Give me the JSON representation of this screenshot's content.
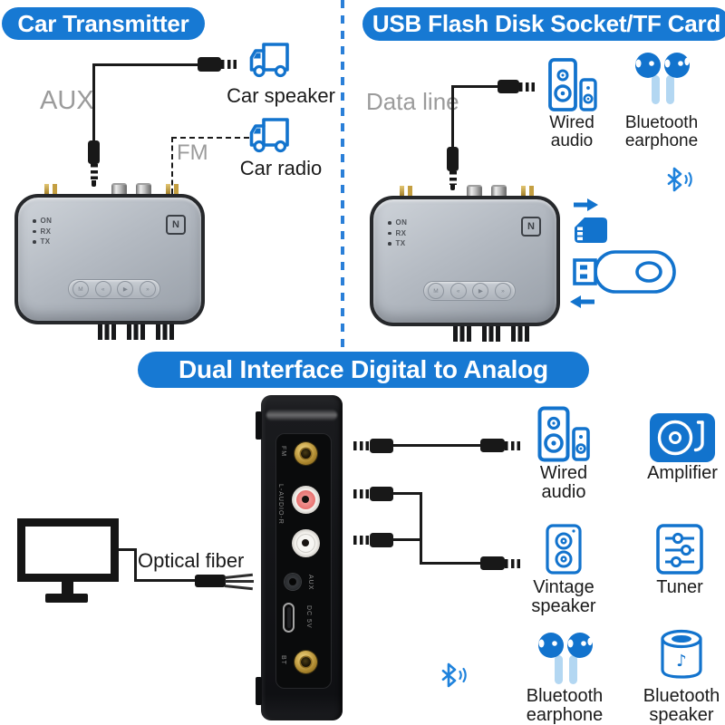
{
  "colors": {
    "badge_blue": "#1779d3",
    "icon_blue": "#1273cd",
    "icon_light_blue": "#b3d7f2",
    "bluetooth_blue": "#1e82dc",
    "gray_label": "#9b9b9b"
  },
  "sections": {
    "car_transmitter": {
      "title": "Car Transmitter",
      "aux_label": "AUX",
      "fm_label": "FM",
      "car_speaker_label": "Car speaker",
      "car_radio_label": "Car radio"
    },
    "usb_tf": {
      "title": "USB Flash Disk Socket/TF Card",
      "data_line_label": "Data line",
      "wired_audio_label": "Wired audio",
      "bluetooth_earphone_label": "Bluetooth earphone"
    },
    "dual_interface": {
      "title": "Dual Interface Digital to Analog",
      "optical_fiber_label": "Optical fiber",
      "wired_audio_label": "Wired audio",
      "amplifier_label": "Amplifier",
      "vintage_speaker_label": "Vintage speaker",
      "tuner_label": "Tuner",
      "bluetooth_earphone_label": "Bluetooth earphone",
      "bluetooth_speaker_label": "Bluetooth speaker"
    }
  },
  "device": {
    "led_on": "ON",
    "led_rx": "RX",
    "led_tx": "TX",
    "nfc_logo": "N",
    "buttons": [
      "M",
      "«",
      "▶",
      "»"
    ]
  },
  "rear_panel": {
    "fm_port_label": "FM",
    "audio_port_label": "L-AUDIO-R",
    "aux_port_label": "AUX",
    "power_port_label": "DC 5V",
    "bt_port_label": "BT"
  }
}
